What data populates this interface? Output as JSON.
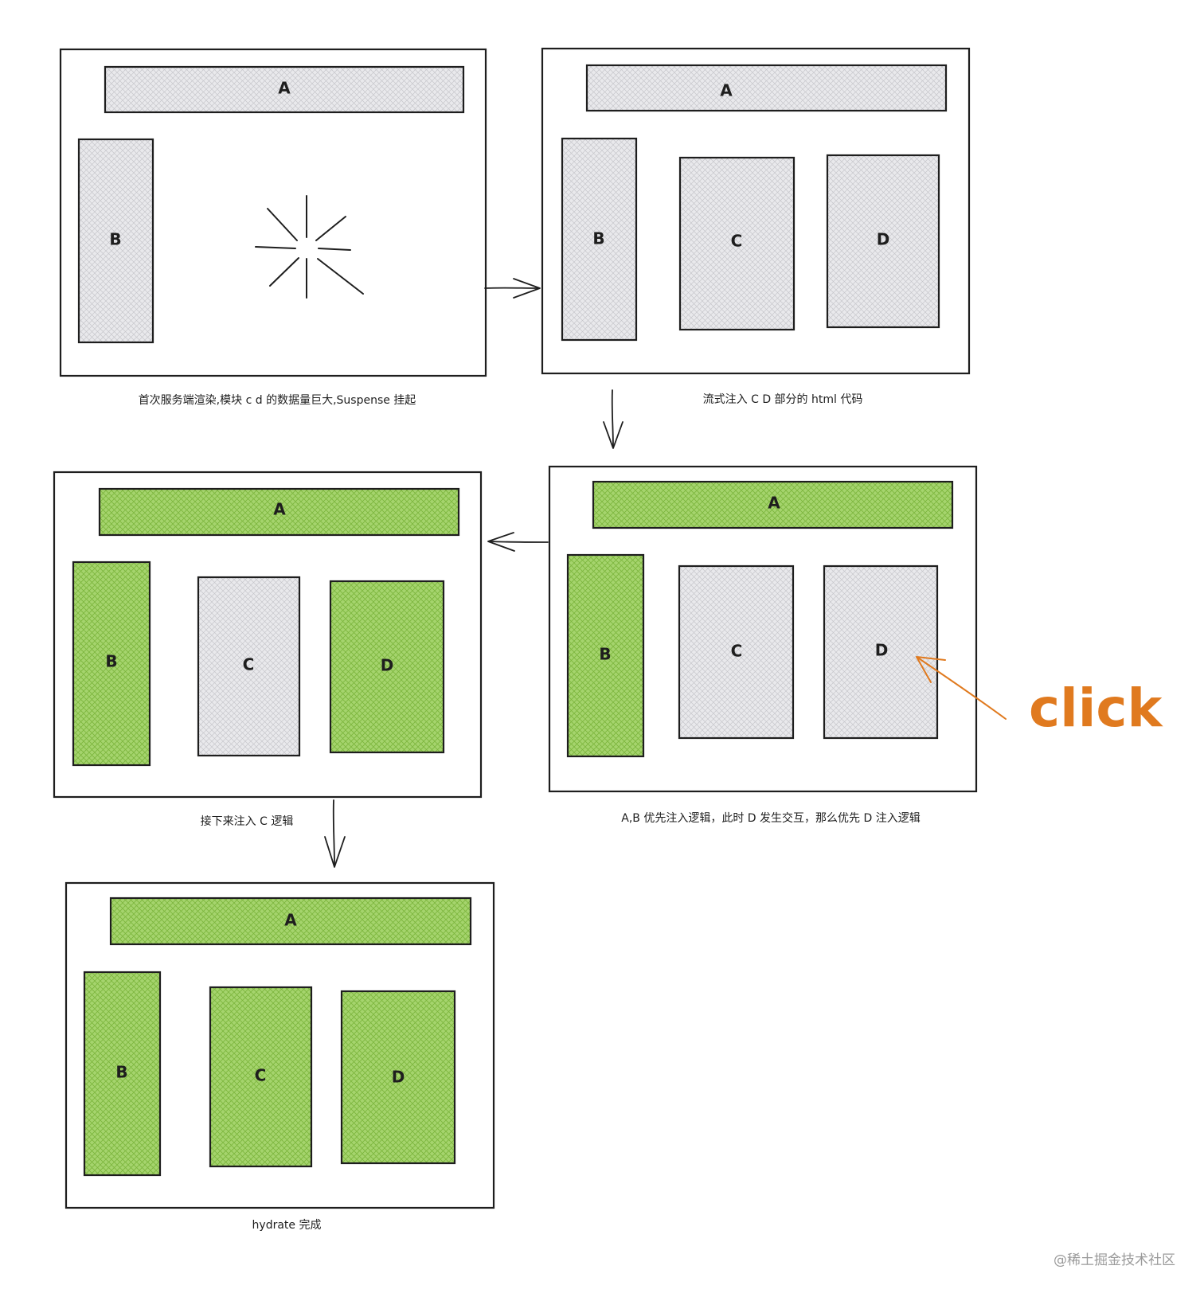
{
  "colors": {
    "pending_fill": "#e9e9ec",
    "hydrated_fill": "#a5d46d",
    "pending_hatch": "#c6c6cb",
    "hydrated_hatch": "#7cb53d",
    "line": "#1e1e1e",
    "click": "#e07a1f"
  },
  "steps": [
    {
      "caption": "首次服务端渲染,模块 c d 的数据量巨大,Suspense 挂起",
      "blocks": [
        {
          "label": "A",
          "state": "pending"
        },
        {
          "label": "B",
          "state": "pending"
        }
      ],
      "loading_icon": "loading-spinner-icon"
    },
    {
      "caption": "流式注入 C D  部分的 html 代码",
      "blocks": [
        {
          "label": "A",
          "state": "pending"
        },
        {
          "label": "B",
          "state": "pending"
        },
        {
          "label": "C",
          "state": "pending"
        },
        {
          "label": "D",
          "state": "pending"
        }
      ]
    },
    {
      "caption": "A,B 优先注入逻辑，此时 D 发生交互，那么优先 D 注入逻辑",
      "blocks": [
        {
          "label": "A",
          "state": "hydrated"
        },
        {
          "label": "B",
          "state": "hydrated"
        },
        {
          "label": "C",
          "state": "pending"
        },
        {
          "label": "D",
          "state": "pending"
        }
      ],
      "annotation": "click"
    },
    {
      "caption": "接下来注入 C 逻辑",
      "blocks": [
        {
          "label": "A",
          "state": "hydrated"
        },
        {
          "label": "B",
          "state": "hydrated"
        },
        {
          "label": "C",
          "state": "pending"
        },
        {
          "label": "D",
          "state": "hydrated"
        }
      ]
    },
    {
      "caption": "hydrate 完成",
      "blocks": [
        {
          "label": "A",
          "state": "hydrated"
        },
        {
          "label": "B",
          "state": "hydrated"
        },
        {
          "label": "C",
          "state": "hydrated"
        },
        {
          "label": "D",
          "state": "hydrated"
        }
      ]
    }
  ],
  "watermark": "@稀土掘金技术社区"
}
